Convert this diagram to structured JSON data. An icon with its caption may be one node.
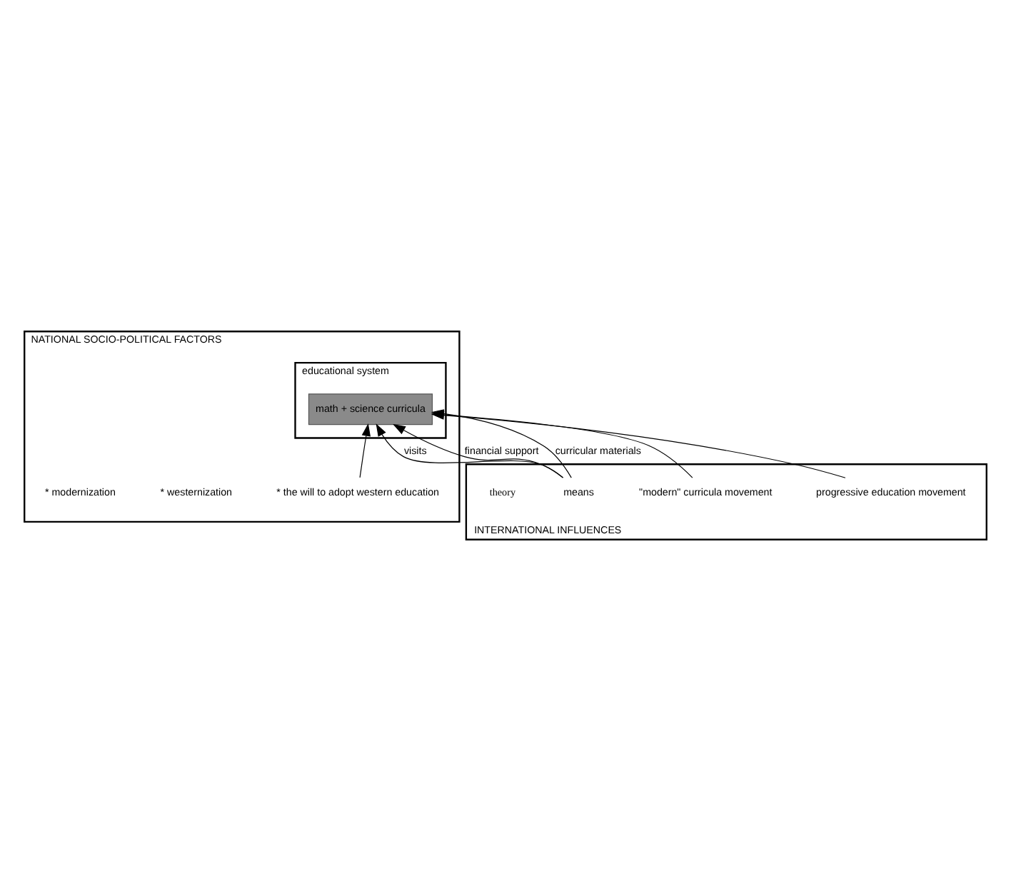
{
  "diagram": {
    "nodes": [
      {
        "text": [
          "NATIONAL SOCIO-POLITICAL FACTORS"
        ]
      },
      {
        "text": [
          "educational system"
        ],
        "in": 0
      },
      {
        "text": [
          "math + science curricula"
        ],
        "in": 1
      },
      {
        "text": [
          "* the will to adopt western education"
        ],
        "in": 0
      },
      {
        "text": [
          "* westernization"
        ],
        "in": 0
      },
      {
        "text": [
          "* modernization"
        ],
        "in": 0
      },
      {
        "text": [
          "INTERNATIONAL INFLUENCES"
        ]
      },
      {
        "text": [
          "means"
        ],
        "in": 6
      },
      {
        "text": [
          "\"modern\" curricula movement"
        ],
        "in": 6
      },
      {
        "text": [
          "progressive education movement"
        ],
        "in": 6
      }
    ],
    "edges": [
      {
        "from": 7,
        "to": 2,
        "arrow": "to",
        "label": "visits"
      },
      {
        "from": 7,
        "to": 2,
        "arrow": "to",
        "label": "financial support"
      },
      {
        "from": 7,
        "to": 2,
        "arrow": "to",
        "label": "curricular materials"
      },
      {
        "from": 3,
        "to": 2,
        "arrow": "to"
      },
      {
        "from": 8,
        "to": 2,
        "arrow": "to"
      },
      {
        "from": 9,
        "to": 2,
        "arrow": "to"
      }
    ],
    "labels": [
      "theory"
    ]
  }
}
